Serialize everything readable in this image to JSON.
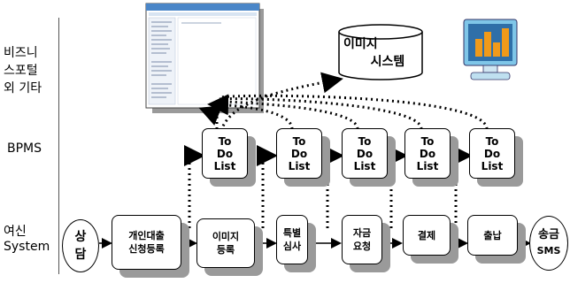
{
  "lanes": {
    "business": [
      "비즈니",
      "스포털",
      "외 기타"
    ],
    "bpms": "BPMS",
    "loan": [
      "여신",
      "System"
    ]
  },
  "image_system": [
    "이미지",
    "시스템"
  ],
  "todo": [
    "To",
    "Do",
    "List"
  ],
  "start": [
    "상",
    "담"
  ],
  "end": [
    "송금",
    "SMS"
  ],
  "steps": [
    [
      "개인대출",
      "신청등록"
    ],
    [
      "이미지",
      "등록"
    ],
    [
      "특별",
      "심사"
    ],
    [
      "자금",
      "요청"
    ],
    [
      "결제"
    ],
    [
      "출납"
    ]
  ],
  "colors": {
    "shadow": "#9a9a9a",
    "monitor_screen": "#2f6fa8",
    "chart_bar": "#f09a1a",
    "window_title": "#4a86c8"
  }
}
